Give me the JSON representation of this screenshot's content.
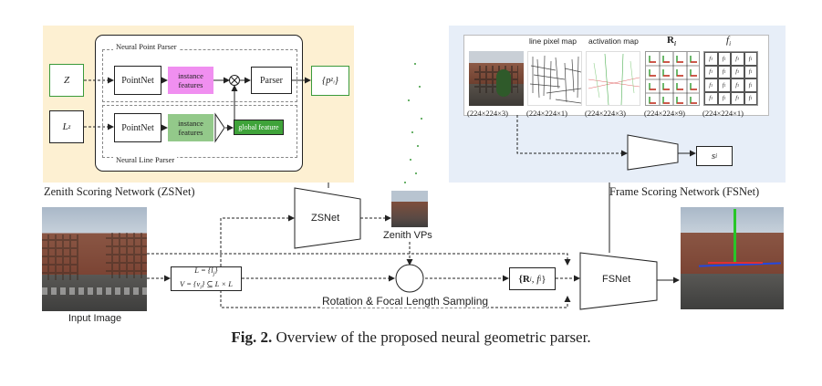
{
  "zsnet_panel": {
    "title": "Zenith Scoring Network (ZSNet)",
    "neural_point_parser": "Neural Point Parser",
    "neural_line_parser": "Neural Line Parser",
    "input_z": "Z",
    "input_lz": "L",
    "input_lz_sub": "z",
    "pointnet_top": "PointNet",
    "pointnet_bottom": "PointNet",
    "instance_features_top": "instance features",
    "instance_features_bottom": "instance features",
    "global_feature": "global feature",
    "parser": "Parser",
    "output": "{p",
    "output_sub": "z",
    "output_subsub": "i",
    "output_close": "}"
  },
  "fsnet_panel": {
    "title": "Frame Scoring Network (FSNet)",
    "col_labels": [
      "line pixel map",
      "activation map",
      "R",
      "f"
    ],
    "col_label_subs": [
      "",
      "",
      "i",
      "i"
    ],
    "dims": [
      "(224×224×3)",
      "(224×224×1)",
      "(224×224×3)",
      "(224×224×9)",
      "(224×224×1)"
    ],
    "fi_cell": "f",
    "fi_cell_sub": "1",
    "score": "s",
    "score_sub": "i"
  },
  "pipeline": {
    "input_image": "Input Image",
    "zsnet": "ZSNet",
    "zenith_vps": "Zenith VPs",
    "line_set": "L = {l",
    "line_set_sub": "j",
    "line_set_close": "}",
    "vp_set": "V = {v",
    "vp_set_sub": "i",
    "vp_set_close": "} ⊆ L × L",
    "sampling": "Rotation & Focal Length Sampling",
    "ri_fi": "{R",
    "ri_fi_sub": "i",
    "ri_fi_mid": ", f",
    "ri_fi_sub2": "i",
    "ri_fi_close": "}",
    "fsnet": "FSNet"
  },
  "caption": {
    "label": "Fig. 2.",
    "text": " Overview of the proposed neural geometric parser."
  },
  "colors": {
    "zsnet_bg": "#fdf0d2",
    "fsnet_bg": "#e7eef8",
    "pink_feature": "#f08ff0",
    "green_feature": "#93c98a",
    "global_feature": "#3fa33a"
  }
}
